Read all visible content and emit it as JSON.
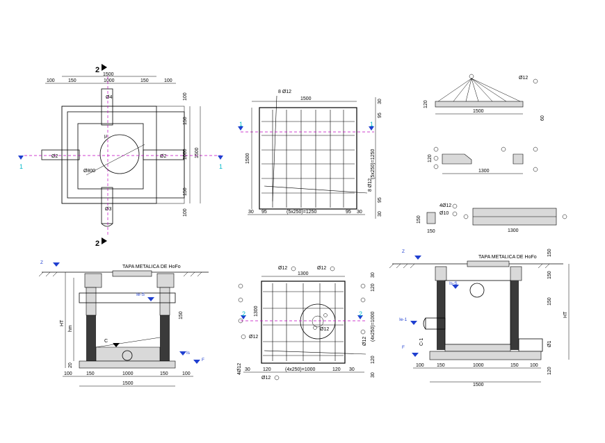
{
  "colors": {
    "level_marker": "#1f3fd0",
    "section_marker": "#00b8c8",
    "axis_line": "#c000c0"
  },
  "plan": {
    "section_top": "2",
    "section_bottom": "2",
    "section_left": "1",
    "section_right": "1",
    "dim_top": [
      "100",
      "150",
      "1000",
      "150",
      "100"
    ],
    "dim_total": "1500",
    "dim_right": [
      "100",
      "150",
      "1000",
      "150",
      "100"
    ],
    "dim_right_total": "1500",
    "pipe_top": "Ø4",
    "pipe_bottom": "Ø3",
    "pipe_left": "Ø2",
    "pipe_right": "Ø2",
    "circle_label": "Ø800",
    "arrow_label": "μ"
  },
  "slab": {
    "dim_top": "1500",
    "rebar_top": "8 Ø12",
    "rebar_right": "8 Ø12",
    "dim_left": "1500",
    "dim_right_inner": "(5x250)=1250",
    "dim_bottom": [
      "30",
      "95",
      "(5x250)=1250",
      "95",
      "30"
    ],
    "dim_right": [
      "30",
      "95",
      "95",
      "30"
    ],
    "section_left": "1",
    "section_right": "1"
  },
  "detail_top": {
    "rebar_label": "Ø12",
    "dim_bottom": "1500",
    "dim_left": "120",
    "dim_right": "60"
  },
  "detail_mid": {
    "dim_bottom": "1300",
    "dim_left": "120"
  },
  "detail_small": {
    "rebar_a": "4Ø12",
    "rebar_b": "Ø10",
    "dim_a": "150",
    "dim_b": "150",
    "bottom_label": "1300"
  },
  "section1": {
    "cover_label": "TAPA METALICA DE HoFo",
    "level_top": "Z",
    "level_ie": "Ie-S",
    "level_c": "C",
    "level_is": "Is",
    "level_f": "F",
    "dim_ht": "HT",
    "dim_hm": "hm",
    "dim_150": "150",
    "dim_20": "20",
    "dim_bottom": [
      "100",
      "150",
      "1000",
      "150",
      "100"
    ],
    "dim_total": "1500"
  },
  "base": {
    "dim_top": "1300",
    "rebar_a": "Ø12",
    "rebar_b": "Ø12",
    "rebar_c": "Ø12",
    "rebar_d": "Ø12",
    "rebar_e": "Ø12",
    "rebar_bottom": "4Ø12",
    "rebar_bottom_b": "Ø12",
    "dim_left": "1300",
    "dim_right_inner": "(4x250)=1000",
    "dim_bottom": [
      "30",
      "120",
      "(4x250)=1000",
      "120",
      "30"
    ],
    "dim_right": [
      "30",
      "120",
      "120",
      "30"
    ],
    "section_left": "2",
    "section_right": "2"
  },
  "section2": {
    "cover_label": "TAPA METALICA DE HoFo",
    "level_top": "Z",
    "level_ie": "Ie-1",
    "level_f": "F",
    "level_is": "Is-S",
    "dim_c1": "C-1",
    "dim_ht": "HT",
    "dim_150a": "150",
    "dim_150b": "150",
    "dim_150c": "150",
    "dim_ø1": "Ø1",
    "dim_bottom": [
      "100",
      "150",
      "1000",
      "150",
      "100"
    ],
    "dim_total": "1500",
    "dim_120": "120"
  }
}
